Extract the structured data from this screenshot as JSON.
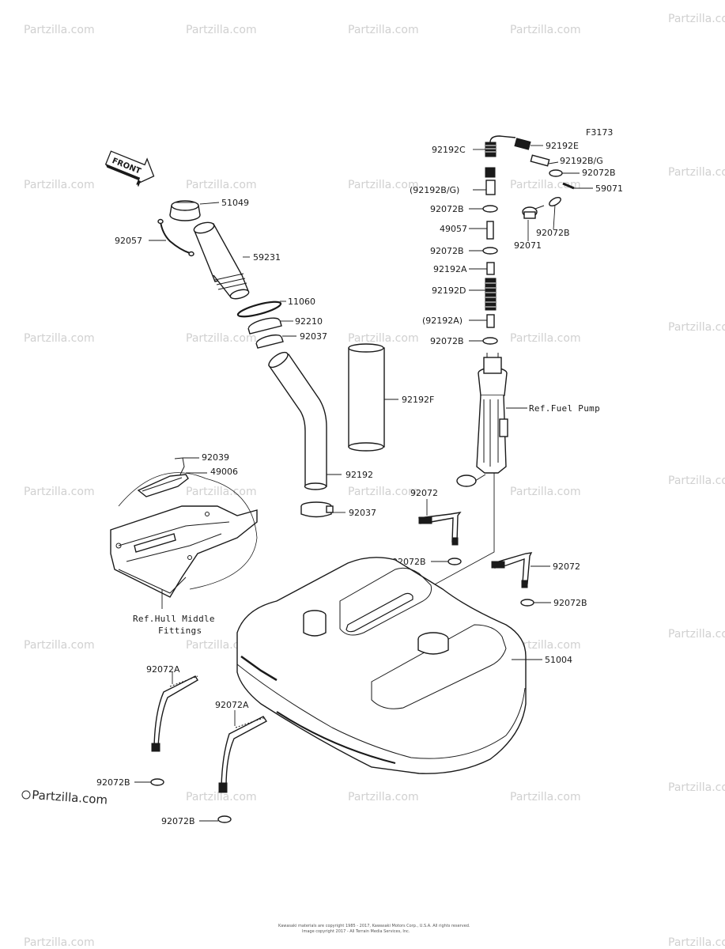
{
  "figure_code": "F3173",
  "front_label": "FRONT",
  "watermark": "Partzilla.com",
  "bottom_watermark": "Partzilla.com",
  "copyright_line1": "Kawasaki materials are copyright 1985 - 2017, Kawasaki Motors Corp., U.S.A. All rights reserved.",
  "copyright_line2": "Image copyright 2017 - All Terrain Media Services, Inc.",
  "labels": {
    "p51049": "51049",
    "p92057": "92057",
    "p59231": "59231",
    "p11060": "11060",
    "p92210": "92210",
    "p92037a": "92037",
    "p92192F": "92192F",
    "p92039": "92039",
    "p49006": "49006",
    "p92192": "92192",
    "p92037b": "92037",
    "ref_hull_1": "Ref.Hull Middle",
    "ref_hull_2": "Fittings",
    "p92192C": "92192C",
    "p92192E": "92192E",
    "p92192BG": "92192B/G",
    "p92072B_r1": "92072B",
    "p92192BG_paren": "(92192B/G)",
    "p59071": "59071",
    "p92072B_l1": "92072B",
    "p49057": "49057",
    "p92072B_r2": "92072B",
    "p92071": "92071",
    "p92072B_l2": "92072B",
    "p92192A": "92192A",
    "p92192D": "92192D",
    "p92192A_paren": "(92192A)",
    "p92072B_l3": "92072B",
    "ref_fuel_pump": "Ref.Fuel Pump",
    "p92072_l": "92072",
    "p92072B_m": "92072B",
    "p92072_r": "92072",
    "p92072B_r3": "92072B",
    "p51004": "51004",
    "p92072A_1": "92072A",
    "p92072A_2": "92072A",
    "p92072B_b1": "92072B",
    "p92072B_b2": "92072B"
  }
}
